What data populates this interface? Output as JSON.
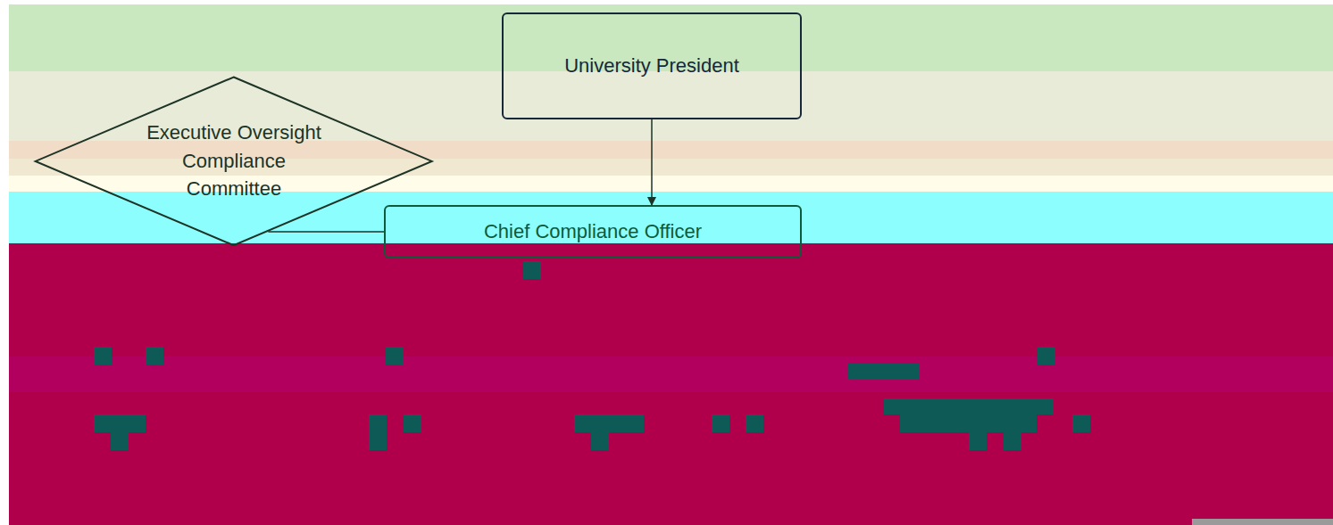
{
  "diagram": {
    "nodes": [
      {
        "text": [
          "University President"
        ]
      },
      {
        "text": [
          "Executive Oversight Compliance Committee"
        ]
      },
      {
        "text": [
          "Chief Compliance Officer"
        ]
      }
    ],
    "edges": [
      {
        "from": 0,
        "to": 2,
        "arrow": "to"
      },
      {
        "from": 1,
        "to": 2,
        "arrow": "none"
      }
    ]
  }
}
